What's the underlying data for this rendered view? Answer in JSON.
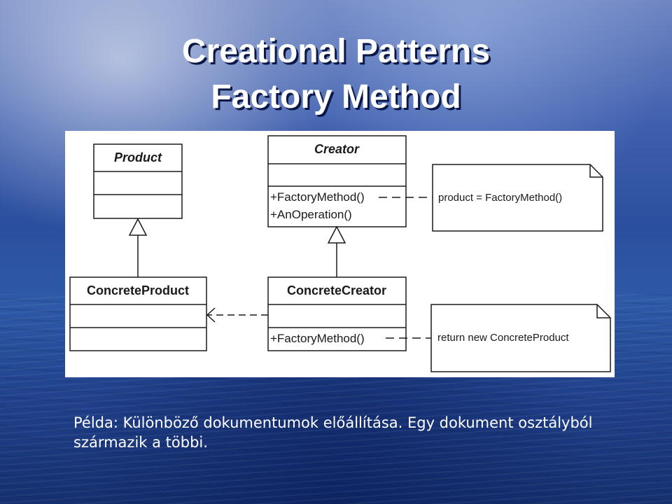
{
  "slide": {
    "title_line1": "Creational Patterns",
    "title_line2": "Factory Method",
    "caption": "Példa: Különböző dokumentumok előállítása. Egy dokument osztályból származik a többi."
  },
  "diagram": {
    "classes": {
      "product": {
        "name": "Product"
      },
      "creator": {
        "name": "Creator",
        "operations": [
          "+FactoryMethod()",
          "+AnOperation()"
        ]
      },
      "concrete_product": {
        "name": "ConcreteProduct"
      },
      "concrete_creator": {
        "name": "ConcreteCreator",
        "operations": [
          "+FactoryMethod()"
        ]
      }
    },
    "notes": {
      "creator_note": "product = FactoryMethod()",
      "concrete_creator_note": "return new ConcreteProduct"
    }
  }
}
